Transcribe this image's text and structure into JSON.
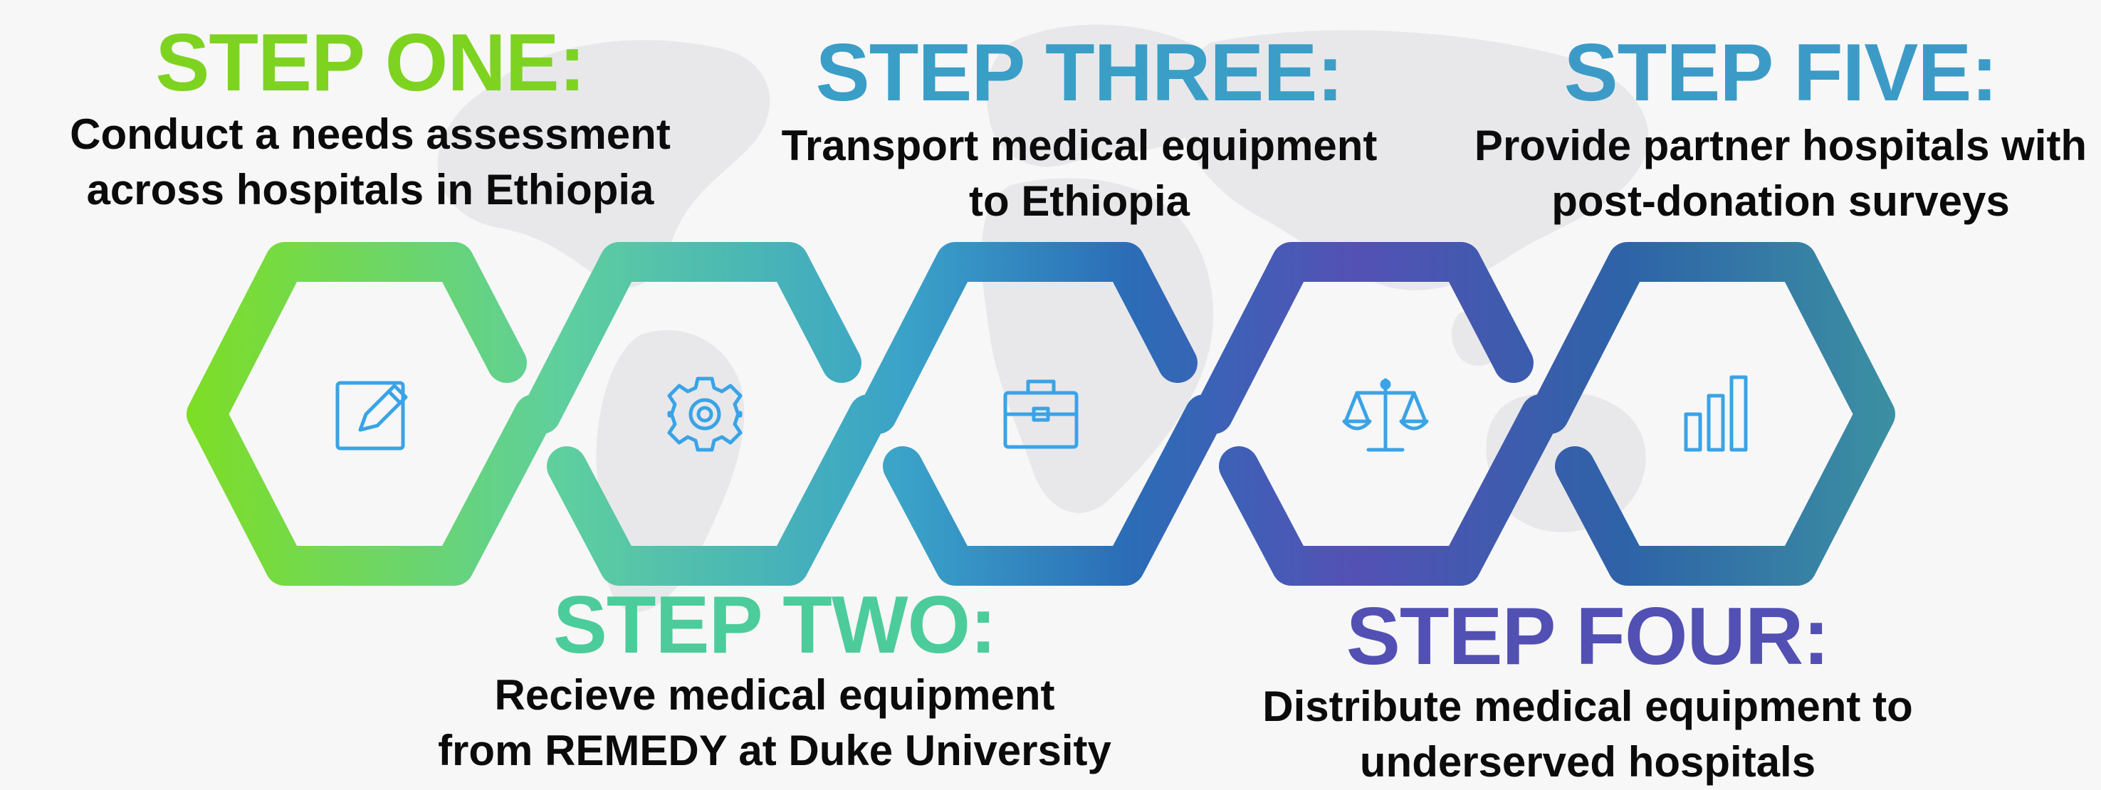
{
  "steps": [
    {
      "title": "STEP ONE:",
      "desc_line1": "Conduct a needs assessment",
      "desc_line2": "across hospitals in Ethiopia",
      "color": "#7ed321",
      "icon": "edit-icon"
    },
    {
      "title": "STEP TWO:",
      "desc_line1": "Recieve medical equipment",
      "desc_line2": "from REMEDY at Duke University",
      "color": "#4ccc9b",
      "icon": "gear-icon"
    },
    {
      "title": "STEP THREE:",
      "desc_line1": "Transport medical equipment",
      "desc_line2": "to Ethiopia",
      "color": "#3a9ec7",
      "icon": "briefcase-icon"
    },
    {
      "title": "STEP FOUR:",
      "desc_line1": "Distribute medical equipment to",
      "desc_line2": "underserved hospitals",
      "color": "#5250b3",
      "icon": "balance-scale-icon"
    },
    {
      "title": "STEP FIVE:",
      "desc_line1": "Provide partner hospitals with",
      "desc_line2": "post-donation surveys",
      "color": "#3c9bc6",
      "icon": "bar-chart-icon"
    }
  ],
  "colors": {
    "background": "#f7f7f8",
    "map": "#e7e7ea",
    "icon": "#3aa3e6",
    "hex_gradient": [
      "#7ede24",
      "#5ecf9e",
      "#3aa2c9",
      "#2b6db7",
      "#5451b5",
      "#2e63a8",
      "#3c91a2"
    ]
  }
}
